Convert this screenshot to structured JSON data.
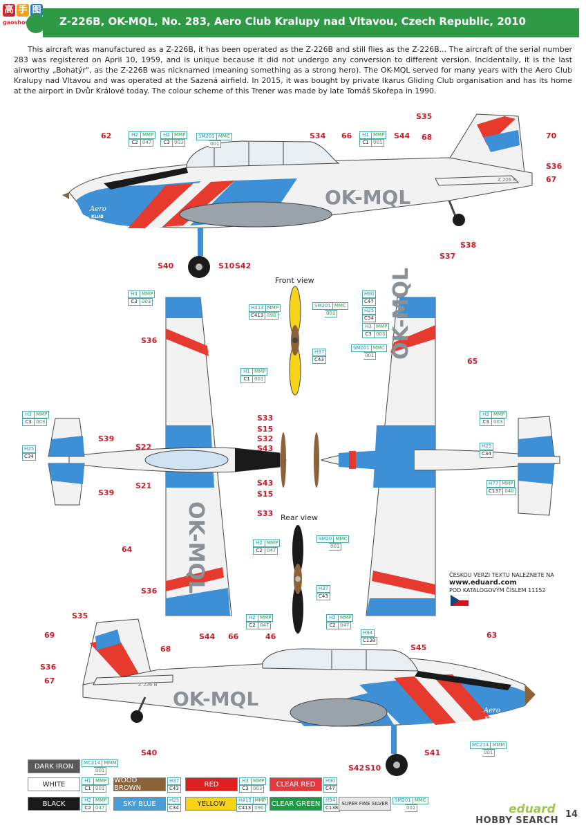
{
  "logo": {
    "box1": "高",
    "box2": "手",
    "box3": "图",
    "url": "gaoshou.com"
  },
  "header": {
    "title": "Z-226B, OK-MQL, No. 283, Aero Club Kralupy nad Vltavou, Czech Republic, 2010"
  },
  "intro": "This aircraft was manufactured as a Z-226B, it has been operated as the Z-226B and still flies as the Z-226B... The aircraft of the serial number 283 was registered on April 10, 1959, and is unique because it did not undergo any conversion to different version. Incidentally, it is the last airworthy „Bohatýr\", as the Z-226B was nicknamed (meaning something as a strong hero). The OK-MQL served for many years with the Aero Club Kralupy nad Vltavou and was operated at the Sazená airfield. In 2015, it was bought by private Ikarus Gliding Club organisation and has its home at the airport in Dvůr Králové today. The colour scheme of this Trener was made by late Tomáš Skořepa in 1990.",
  "registration": "OK-MQL",
  "fin_serial": "Z 226 B",
  "cowl_logo": {
    "line1": "Aero",
    "line2": "KLUB"
  },
  "views": {
    "front": "Front view",
    "rear": "Rear view"
  },
  "callouts": {
    "top": [
      "62",
      "S34",
      "66",
      "S44",
      "S35",
      "68",
      "70",
      "S36",
      "67",
      "S40",
      "S10",
      "S42",
      "S37",
      "S38"
    ],
    "plan": [
      "S36",
      "65",
      "S33",
      "S15",
      "S32",
      "S43",
      "S22",
      "S39",
      "S21",
      "S43",
      "S15",
      "S33",
      "S39",
      "64",
      "S36"
    ],
    "bottom": [
      "S35",
      "69",
      "68",
      "S44",
      "66",
      "46",
      "63",
      "S36",
      "67",
      "S45",
      "S40",
      "S42",
      "S10",
      "S41"
    ]
  },
  "paint_codes": {
    "h2": [
      "H2",
      "MMP",
      "C2",
      "047"
    ],
    "h3": [
      "H3",
      "MMP",
      "C3",
      "003"
    ],
    "sm201": [
      "SM201",
      "MMC",
      "001"
    ],
    "h1": [
      "H1",
      "MMP",
      "C1",
      "001"
    ],
    "h90": [
      "H90",
      "C47"
    ],
    "h25": [
      "H25",
      "C34"
    ],
    "h413": [
      "H413",
      "MMP",
      "C413",
      "090"
    ],
    "h37": [
      "H37",
      "C43"
    ],
    "h77": [
      "H77",
      "MMP",
      "C137",
      "040"
    ],
    "h94": [
      "H94",
      "C138"
    ],
    "mc214": [
      "MC214",
      "MMM",
      "001"
    ],
    "sm20": [
      "SM20",
      "MMC",
      "001"
    ]
  },
  "czech_note": {
    "line1": "ČESKOU VERZI TEXTU NALEZNETE NA",
    "url": "www.eduard.com",
    "line3": "POD KATALOGOVÝM ČÍSLEM 11152"
  },
  "legend": [
    {
      "name": "DARK IRON",
      "color": "#5a5a5a",
      "text_color": "#ffffff",
      "codes": [
        "MC214",
        "MMM",
        "001"
      ]
    },
    {
      "name": "WOOD BROWN",
      "color": "#8c6239",
      "text_color": "#ffffff",
      "codes": [
        "H37",
        "C43"
      ]
    },
    {
      "name": "RED",
      "color": "#e02020",
      "text_color": "#ffffff",
      "codes": [
        "H3",
        "MMP",
        "C3",
        "003"
      ]
    },
    {
      "name": "CLEAR RED",
      "color": "#e8383d",
      "text_color": "#ffffff",
      "codes": [
        "H90",
        "C47"
      ]
    },
    {
      "name": "WHITE",
      "color": "#ffffff",
      "text_color": "#231f20",
      "codes": [
        "H1",
        "MMP",
        "C1",
        "001"
      ]
    },
    {
      "name": "SKY BLUE",
      "color": "#4a9ed8",
      "text_color": "#ffffff",
      "codes": [
        "H25",
        "C34"
      ]
    },
    {
      "name": "YELLOW",
      "color": "#f7d417",
      "text_color": "#231f20",
      "codes": [
        "H413",
        "MMP",
        "C413",
        "090"
      ]
    },
    {
      "name": "CLEAR GREEN",
      "color": "#1e9a46",
      "text_color": "#ffffff",
      "codes": [
        "H94",
        "C138"
      ]
    },
    {
      "name": "BLACK",
      "color": "#1a1a1a",
      "text_color": "#ffffff",
      "codes": [
        "H2",
        "MMP",
        "C2",
        "047"
      ]
    },
    {
      "name": "SUPER FINE SILVER",
      "color": "#e6e6e6",
      "text_color": "#231f20",
      "codes": [
        "SM201",
        "MMC",
        "001"
      ]
    }
  ],
  "footer": {
    "brand": "HOBBY SEARCH",
    "eduard": "eduard",
    "page": "14"
  },
  "colors": {
    "green": "#2e9a45",
    "red": "#e63a2e",
    "blue": "#3d8fd6",
    "label_red": "#c8202b"
  }
}
